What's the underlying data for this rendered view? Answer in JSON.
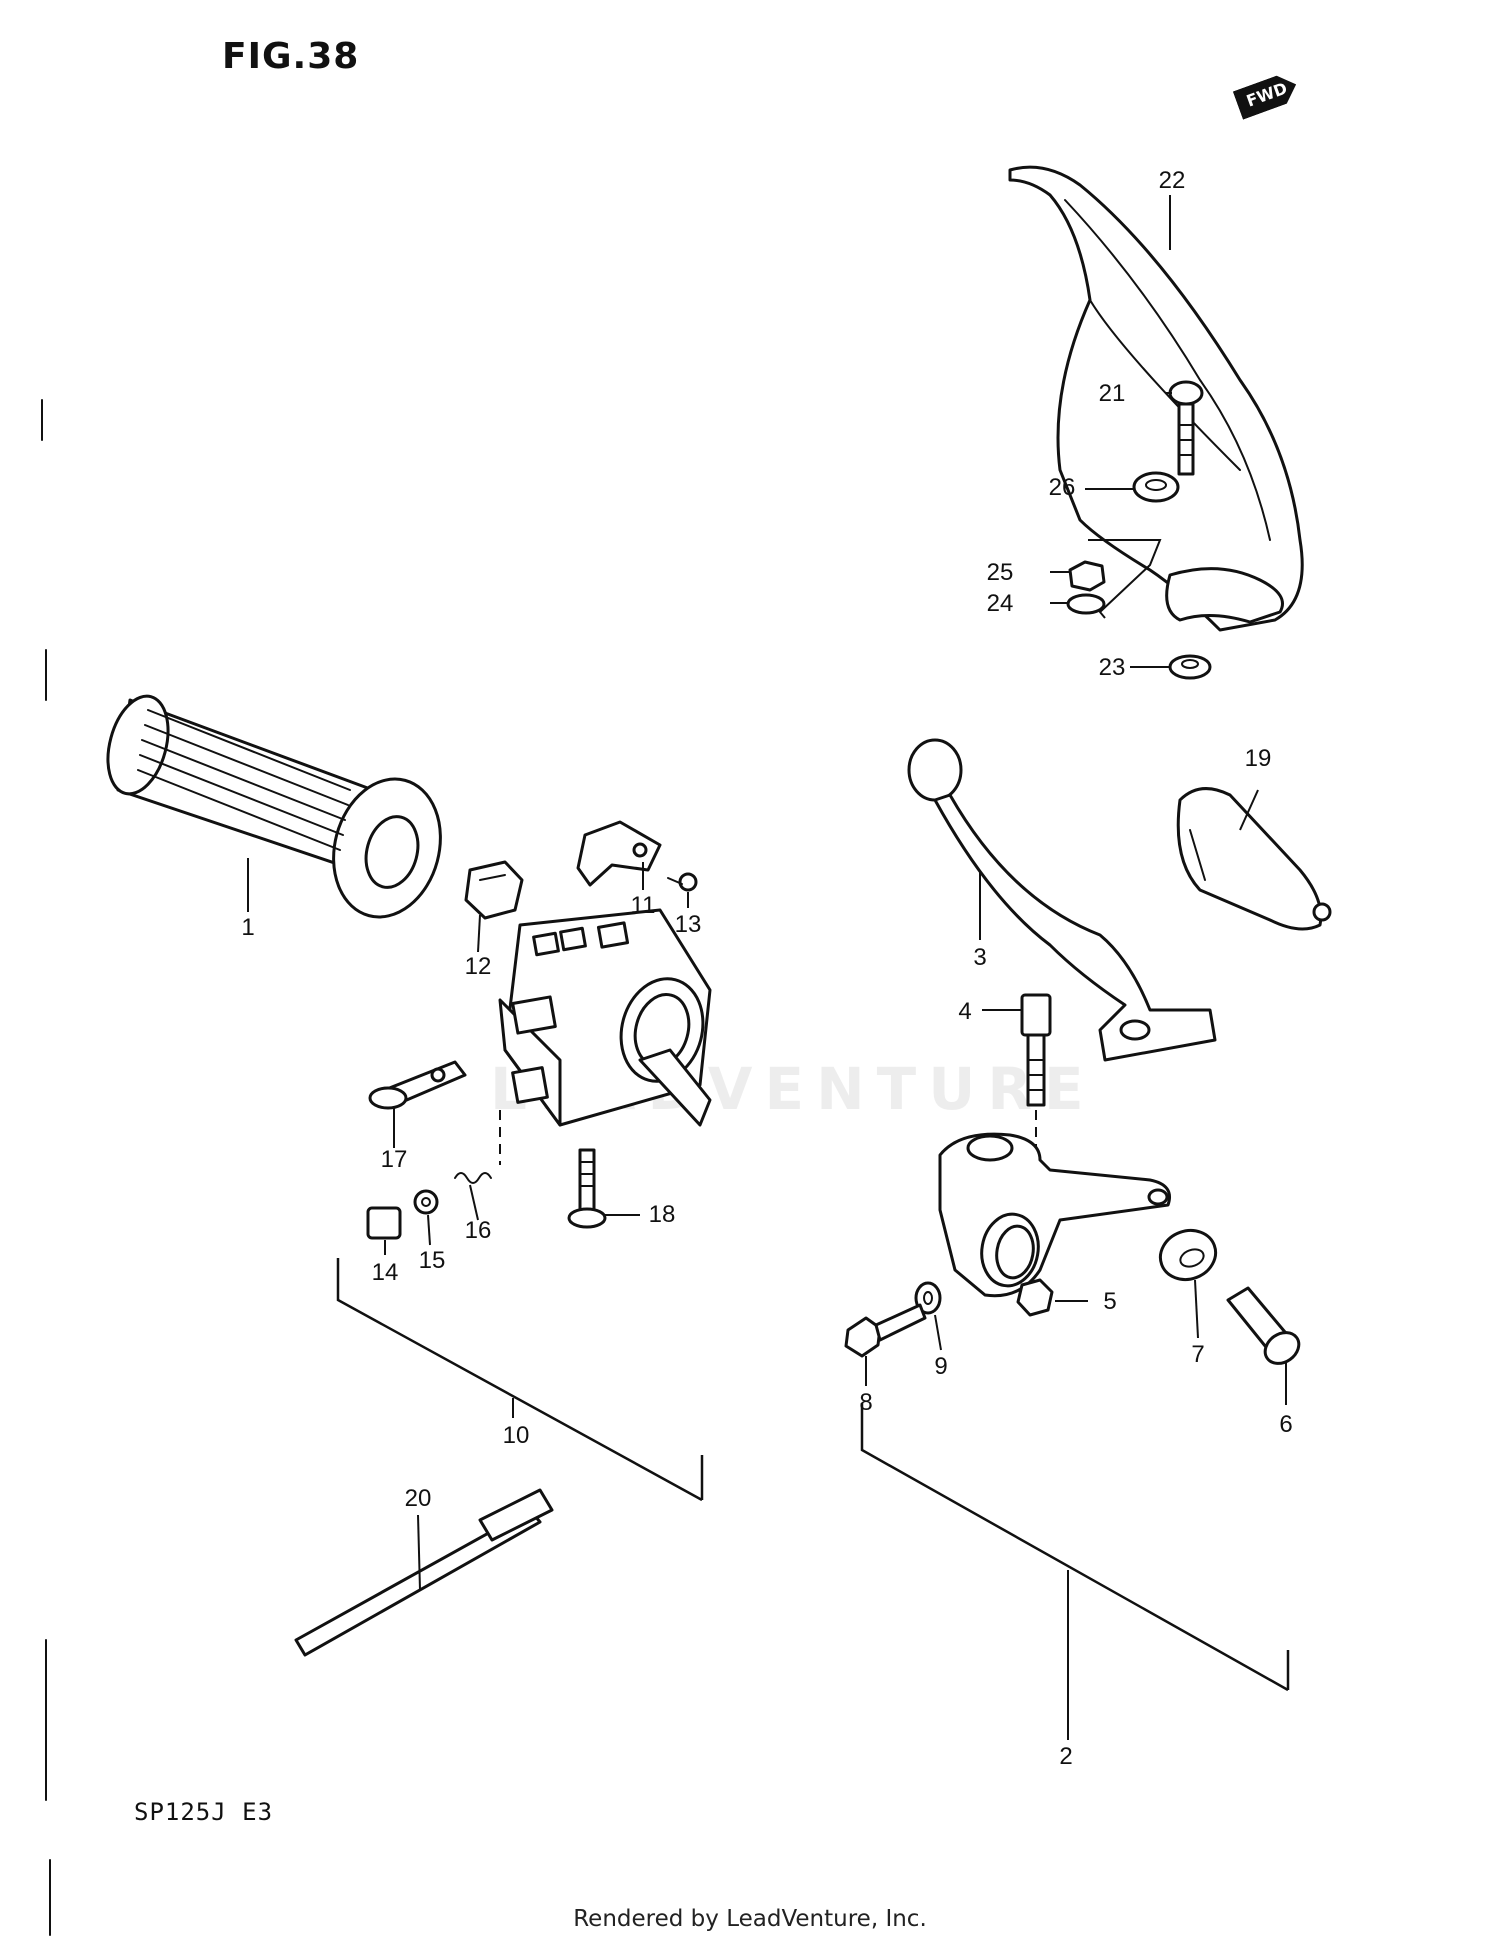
{
  "header": {
    "figure": "FIG.38",
    "direction_badge": "FWD"
  },
  "footer": {
    "model": "SP125J E3",
    "credit": "Rendered by LeadVenture, Inc."
  },
  "watermark": "LEADVENTURE",
  "callouts": [
    {
      "id": "1",
      "label": "1"
    },
    {
      "id": "2",
      "label": "2"
    },
    {
      "id": "3",
      "label": "3"
    },
    {
      "id": "4",
      "label": "4"
    },
    {
      "id": "5",
      "label": "5"
    },
    {
      "id": "6",
      "label": "6"
    },
    {
      "id": "7",
      "label": "7"
    },
    {
      "id": "8",
      "label": "8"
    },
    {
      "id": "9",
      "label": "9"
    },
    {
      "id": "10",
      "label": "10"
    },
    {
      "id": "11",
      "label": "11"
    },
    {
      "id": "12",
      "label": "12"
    },
    {
      "id": "13",
      "label": "13"
    },
    {
      "id": "14",
      "label": "14"
    },
    {
      "id": "15",
      "label": "15"
    },
    {
      "id": "16",
      "label": "16"
    },
    {
      "id": "17",
      "label": "17"
    },
    {
      "id": "18",
      "label": "18"
    },
    {
      "id": "19",
      "label": "19"
    },
    {
      "id": "20",
      "label": "20"
    },
    {
      "id": "21",
      "label": "21"
    },
    {
      "id": "22",
      "label": "22"
    },
    {
      "id": "23",
      "label": "23"
    },
    {
      "id": "24",
      "label": "24"
    },
    {
      "id": "25",
      "label": "25"
    },
    {
      "id": "26",
      "label": "26"
    }
  ]
}
